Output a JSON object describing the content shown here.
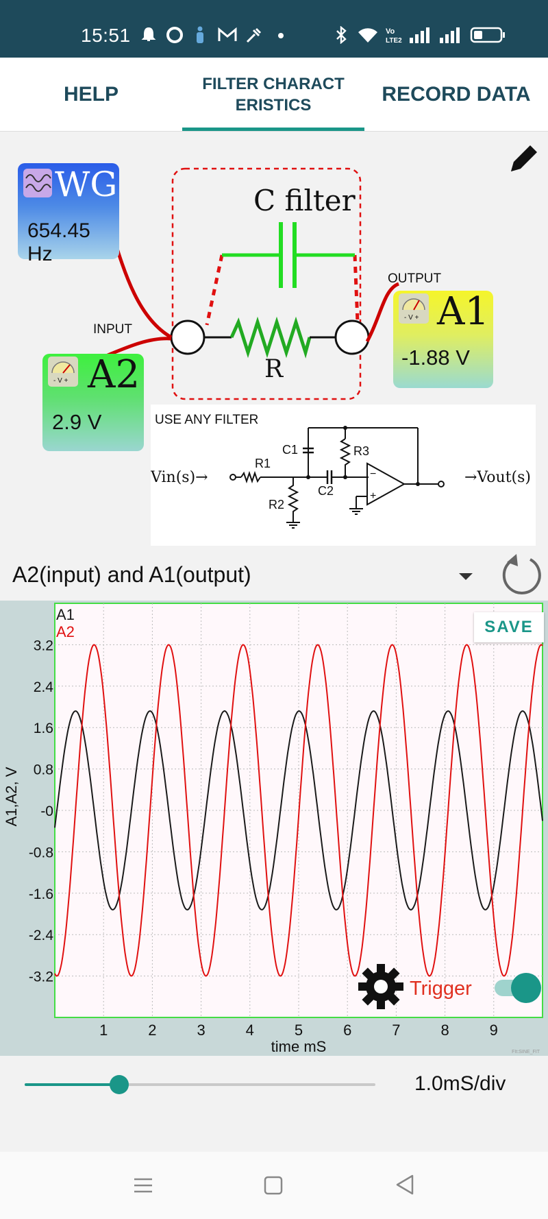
{
  "status_bar": {
    "time": "15:51",
    "icons": [
      "notification-bell-icon",
      "circle-app-icon",
      "person-icon",
      "gmail-icon",
      "tool-icon",
      "dot-icon",
      "bluetooth-icon",
      "wifi-icon",
      "volte-icon",
      "signal-icon",
      "signal-icon",
      "battery-icon"
    ]
  },
  "tabs": [
    {
      "label": "HELP",
      "active": false
    },
    {
      "label_line1": "FILTER CHARACT",
      "label_line2": "ERISTICS",
      "active": true
    },
    {
      "label": "RECORD DATA",
      "active": false
    }
  ],
  "circuit": {
    "wg": {
      "title": "WG",
      "frequency": "654.45 Hz"
    },
    "a1": {
      "title": "A1",
      "value": "-1.88 V",
      "meter_scale": "- V +"
    },
    "a2": {
      "title": "A2",
      "value": "2.9 V",
      "meter_scale": "- V +"
    },
    "input_label": "INPUT",
    "output_label": "OUTPUT",
    "filter_title": "C filter",
    "resistor_label": "R",
    "filter_hint": "USE ANY FILTER",
    "schematic": {
      "vin": "Vin(s)→",
      "vout": "→Vout(s)",
      "r1": "R1",
      "r2": "R2",
      "r3": "R3",
      "c1": "C1",
      "c2": "C2",
      "opamp_minus": "−",
      "opamp_plus": "+"
    }
  },
  "channel_select": {
    "selected": "A2(input) and A1(output)"
  },
  "plot": {
    "save_label": "SAVE",
    "trigger_label": "Trigger",
    "trigger_on": true,
    "legend": [
      "A1",
      "A2"
    ],
    "footer_tag": "FIt:SINE_FIT"
  },
  "timebase": {
    "label": "1.0mS/div",
    "slider_fraction": 0.27
  },
  "colors": {
    "status_bg": "#1e4a5b",
    "accent": "#1a9688",
    "a1_trace": "#1a1a1a",
    "a2_trace": "#e01010",
    "plot_grid_border": "#44dd44"
  },
  "chart_data": {
    "type": "line",
    "xlabel": "time mS",
    "ylabel": "A1,A2, V",
    "xlim": [
      0,
      10
    ],
    "ylim": [
      -4.0,
      4.0
    ],
    "xticks": [
      "1",
      "2",
      "3",
      "4",
      "5",
      "6",
      "7",
      "8",
      "9"
    ],
    "yticks": [
      "3.2",
      "2.4",
      "1.6",
      "0.8",
      "-0",
      "-0.8",
      "-1.6",
      "-2.4",
      "-3.2"
    ],
    "grid": true,
    "legend_position": "top-left",
    "series": [
      {
        "name": "A1",
        "color": "#1a1a1a",
        "amplitude": 1.92,
        "frequency_khz": 0.65445,
        "phase_deg": -10,
        "sample_dt_ms": 0.02
      },
      {
        "name": "A2",
        "color": "#e01010",
        "amplitude": 3.2,
        "frequency_khz": 0.65445,
        "phase_deg": -100,
        "sample_dt_ms": 0.02
      }
    ]
  }
}
